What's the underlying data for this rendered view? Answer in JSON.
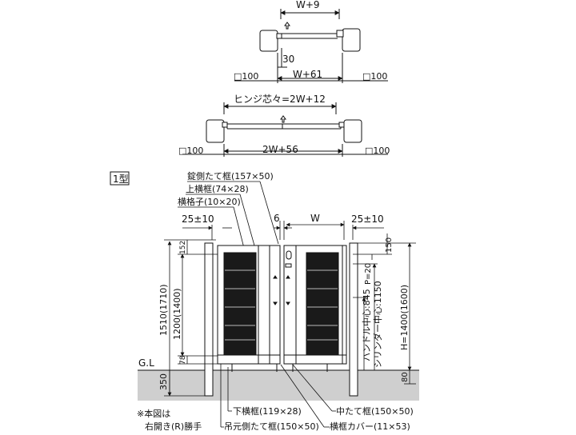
{
  "plan_top": {
    "dim_top": "W+9",
    "dim_gap": "30",
    "dim_bottom": "W+61",
    "post_left": "□100",
    "post_right": "□100"
  },
  "plan_double": {
    "dim_top": "ヒンジ芯々=2W+12",
    "dim_bottom": "2W+56",
    "post_left": "□100",
    "post_right": "□100"
  },
  "type_label": "1型",
  "callouts": {
    "lock_stile": "錠側たて框(157×50)",
    "top_rail": "上横框(74×28)",
    "lattice": "横格子(10×20)",
    "bottom_rail": "下横框(119×28)",
    "hinge_stile": "吊元側たて框(150×50)",
    "mid_stile": "中たて框(150×50)",
    "rail_cover": "横框カバー(11×53)"
  },
  "dimensions": {
    "left_gap": "25±10",
    "right_gap": "25±10",
    "center_gap": "6",
    "width": "W",
    "top_152": "152",
    "bottom_78": "78",
    "total_height": "1510(1710)",
    "panel_height": "1200(1400)",
    "right_150": "150",
    "pitch": "P=20",
    "handle_center": "ハンドル中心:845",
    "cylinder_center": "シリンダー中心:1150",
    "height_h": "H=1400(1600)",
    "foundation_350": "350",
    "ground_80": "80"
  },
  "ground_label": "G.L",
  "note_line1": "※本図は",
  "note_line2": "右開き(R)勝手"
}
